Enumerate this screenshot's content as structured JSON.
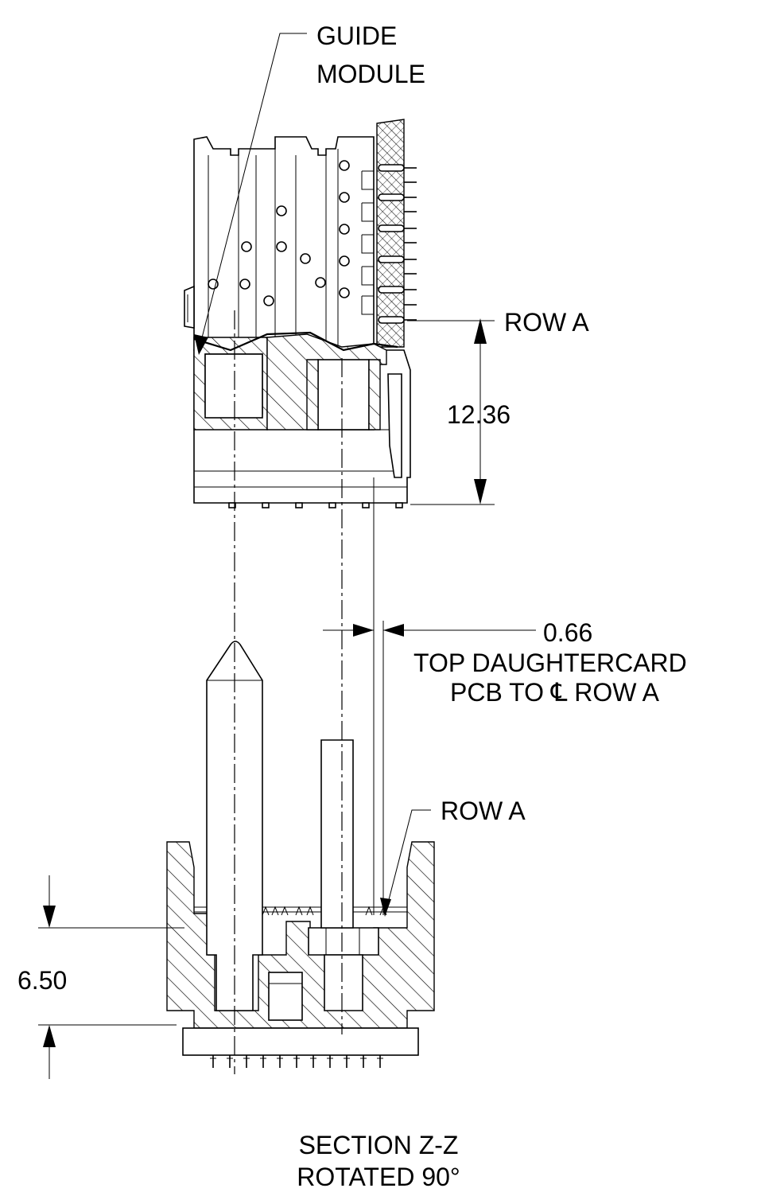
{
  "labels": {
    "guide_module_line1": "GUIDE",
    "guide_module_line2": "MODULE",
    "row_a_top": "ROW A",
    "dim_12_36": "12.36",
    "dim_0_66": "0.66",
    "pcb_note_line1": "TOP DAUGHTERCARD",
    "pcb_note_line2": "PCB TO ℄ ROW A",
    "row_a_bottom": "ROW A",
    "dim_6_50": "6.50",
    "section_title": "SECTION Z-Z",
    "section_subtitle": "ROTATED 90°"
  },
  "colors": {
    "ink": "#000000",
    "paper": "#ffffff"
  }
}
